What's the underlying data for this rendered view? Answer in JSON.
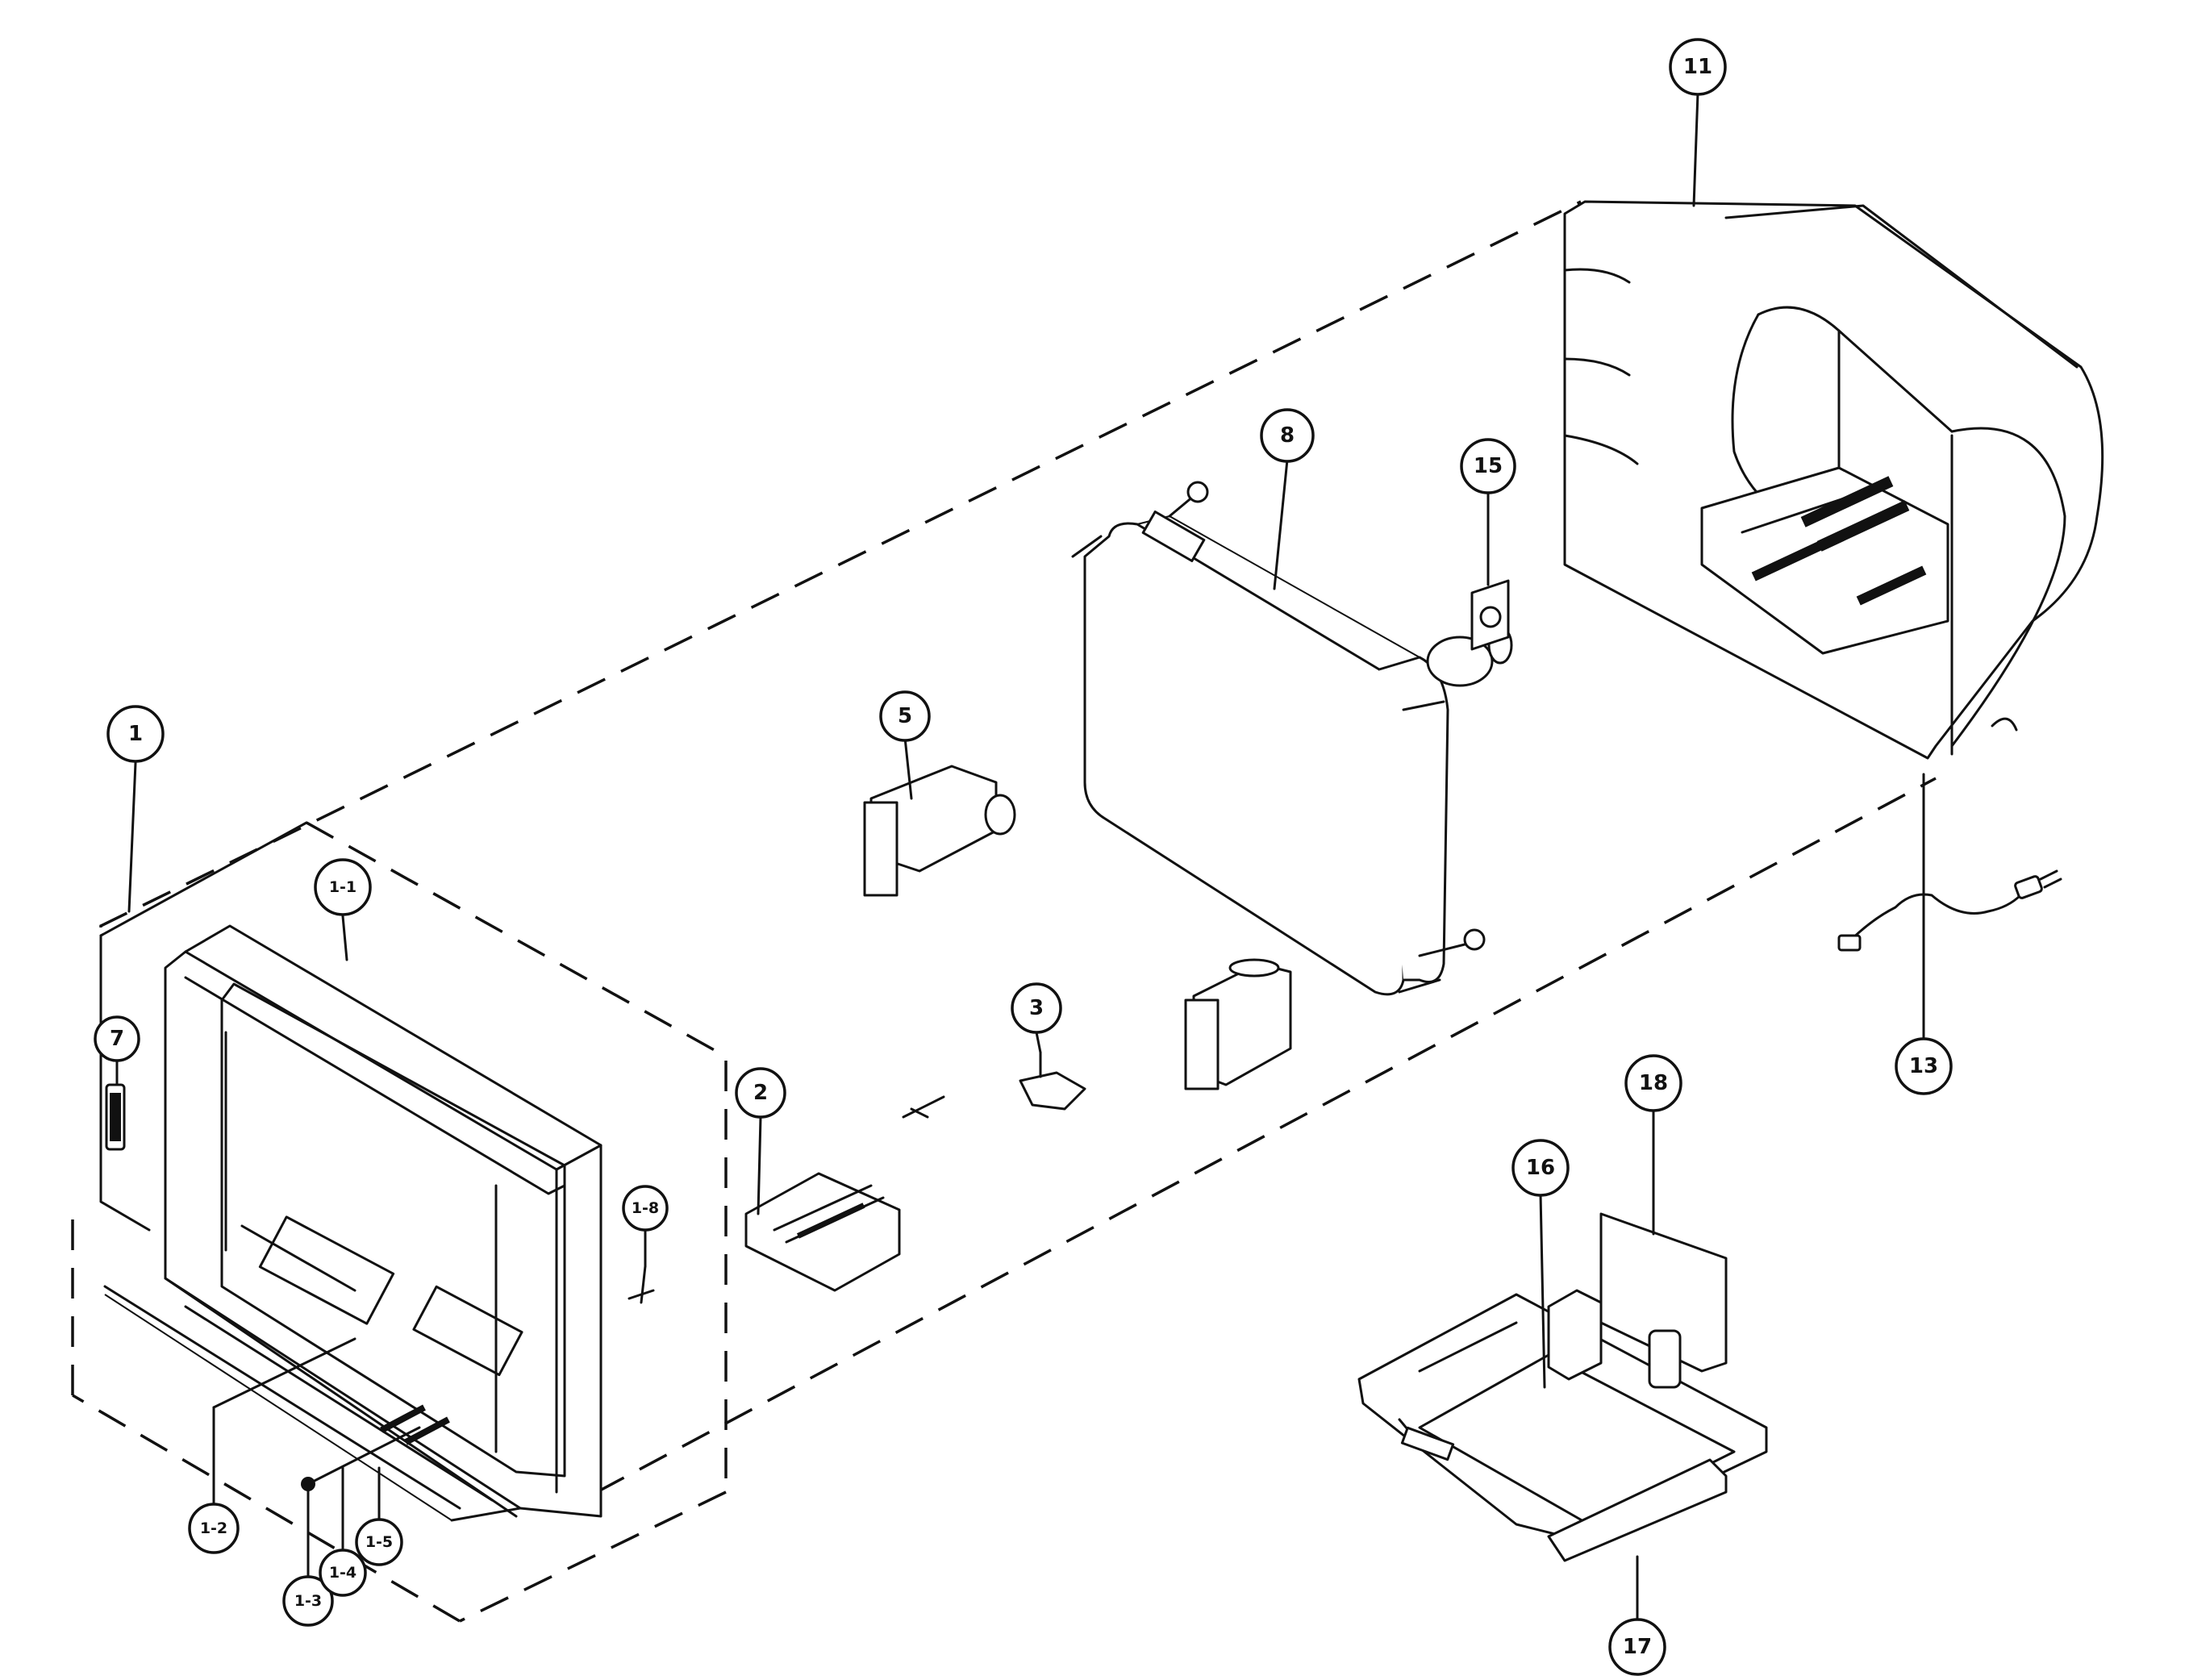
{
  "callouts": {
    "c1": "1",
    "c1_1": "1-1",
    "c1_2": "1-2",
    "c1_3": "1-3",
    "c1_4": "1-4",
    "c1_5": "1-5",
    "c1_8": "1-8",
    "c2": "2",
    "c3": "3",
    "c5": "5",
    "c7": "7",
    "c8": "8",
    "c11": "11",
    "c13": "13",
    "c15": "15",
    "c16": "16",
    "c17": "17",
    "c18": "18"
  }
}
